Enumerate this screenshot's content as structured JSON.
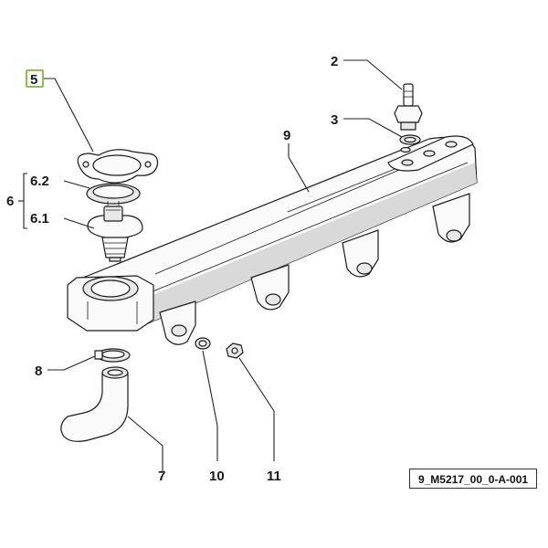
{
  "labels": {
    "p5": "5",
    "p6": "6",
    "p62": "6.2",
    "p61": "6.1",
    "p2": "2",
    "p3": "3",
    "p9": "9",
    "p8": "8",
    "p7": "7",
    "p10": "10",
    "p11": "11"
  },
  "reference_code": "9_M5217_00_0-A-001",
  "colors": {
    "highlight_box": "#8bc34a",
    "ink": "#1c1c1c"
  }
}
